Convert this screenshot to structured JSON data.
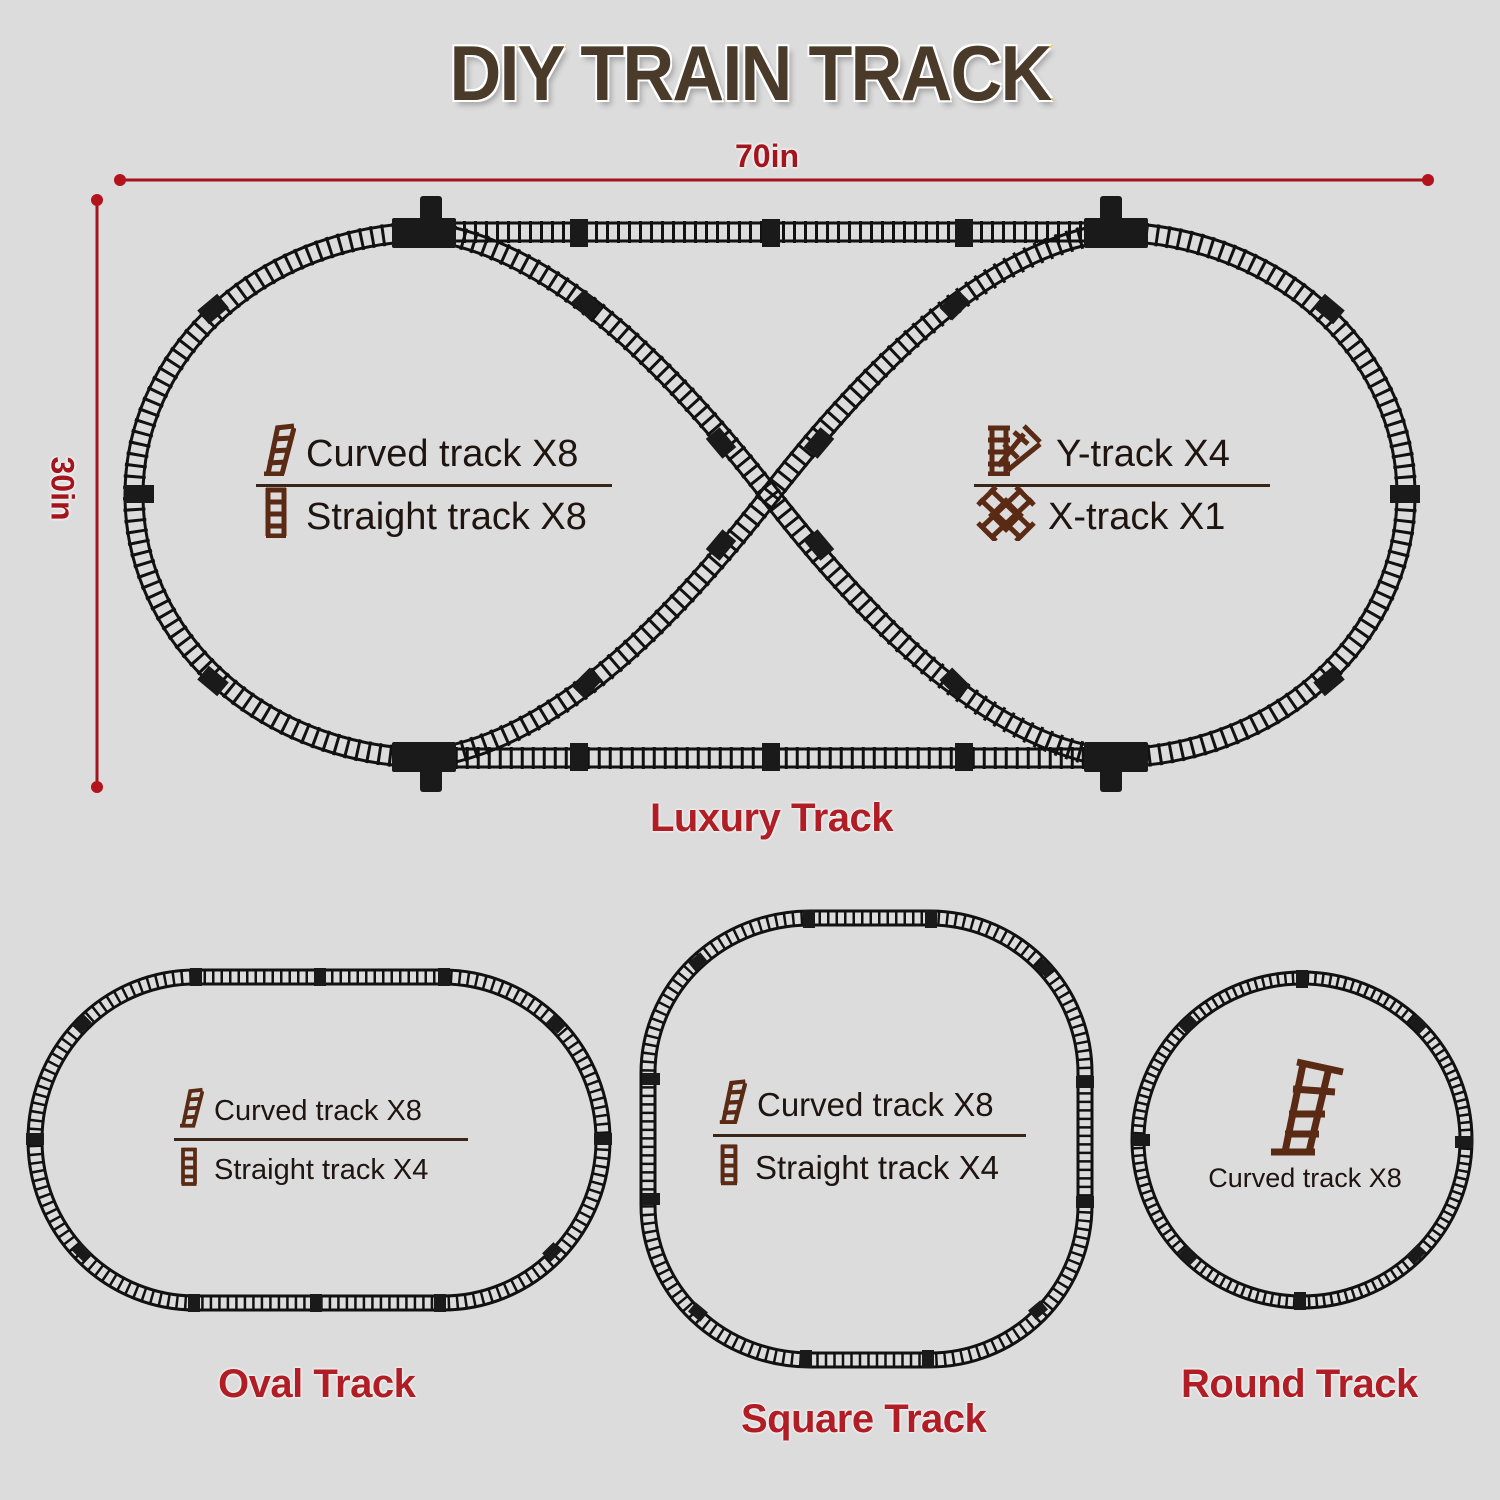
{
  "title": "DIY TRAIN TRACK",
  "colors": {
    "background": "#dcdcdc",
    "title_fill": "#4a3a2a",
    "title_outline": "#f3d34a",
    "accent_red": "#b01d25",
    "dimension_line": "#a3151d",
    "track": "#111111",
    "icon_brown": "#5a2a14"
  },
  "dimensions": {
    "width_label": "70in",
    "height_label": "30in"
  },
  "luxury": {
    "label": "Luxury Track",
    "legend_left": [
      {
        "icon": "curved-track-icon",
        "text": "Curved track X8"
      },
      {
        "icon": "straight-track-icon",
        "text": "Straight track X8"
      }
    ],
    "legend_right": [
      {
        "icon": "y-track-icon",
        "text": "Y-track X4"
      },
      {
        "icon": "x-track-icon",
        "text": "X-track X1"
      }
    ]
  },
  "oval": {
    "label": "Oval Track",
    "legend": [
      {
        "icon": "curved-track-icon",
        "text": "Curved track X8"
      },
      {
        "icon": "straight-track-icon",
        "text": "Straight track X4"
      }
    ]
  },
  "square": {
    "label": "Square Track",
    "legend": [
      {
        "icon": "curved-track-icon",
        "text": "Curved track X8"
      },
      {
        "icon": "straight-track-icon",
        "text": "Straight track X4"
      }
    ]
  },
  "round": {
    "label": "Round Track",
    "legend": [
      {
        "icon": "curved-track-icon",
        "text": "Curved track X8"
      }
    ]
  }
}
